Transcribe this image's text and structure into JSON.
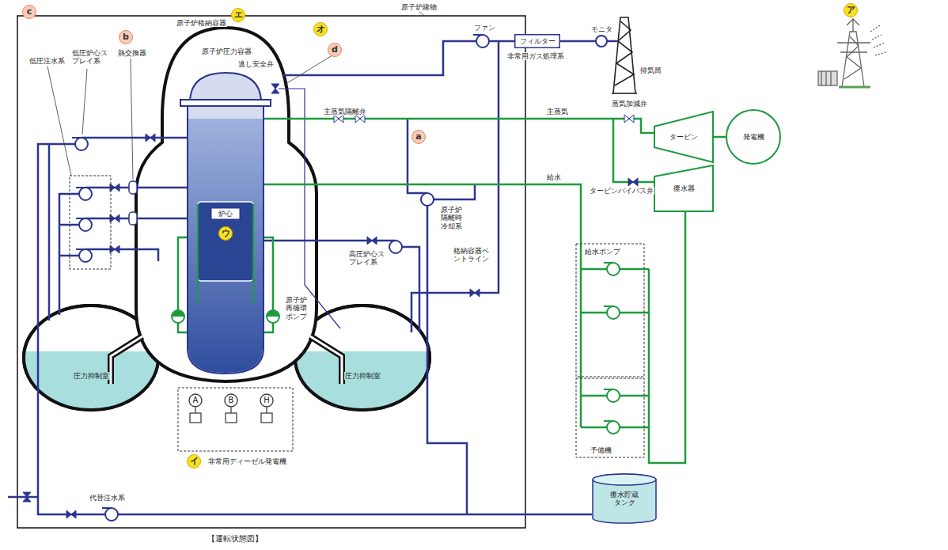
{
  "diagram": {
    "caption": "【運転状態図】",
    "nodes": [
      {
        "text": [
          "フィルター"
        ]
      },
      {
        "text": [
          "炉心"
        ]
      },
      {
        "text": [
          "タービン"
        ]
      },
      {
        "text": [
          "発電機"
        ]
      },
      {
        "text": [
          "復水器"
        ]
      },
      {
        "text": [
          "A"
        ]
      },
      {
        "text": [
          "B"
        ]
      },
      {
        "text": [
          "H"
        ]
      },
      {
        "text": [
          "復水貯蔵タンク"
        ]
      }
    ],
    "edges": [
      {
        "from": 2,
        "to": 3,
        "arrow": "none"
      }
    ],
    "labels": [
      "原子炉格納容器",
      "原子炉建物",
      "原子炉圧力容器",
      "逃し安全弁",
      "主蒸気隔離弁",
      "ファン",
      "非常用ガス処理系",
      "モニタ",
      "排気筒",
      "主蒸気",
      "給水",
      "蒸気加減弁",
      "タービンバイパス弁",
      "低圧注水系",
      "低圧炉心スプレイ系",
      "熱交換器",
      "原子炉隔離時冷却系",
      "高圧炉心スプレイ系",
      "原子炉再循環ポンプ",
      "格納容器ベントライン",
      "給水ポンプ",
      "予備機",
      "圧力抑制室",
      "圧力抑制室",
      "非常用ディーゼル発電機",
      "代替注水系",
      "ア",
      "イ",
      "ウ",
      "エ",
      "オ",
      "a",
      "b",
      "c",
      "d"
    ]
  }
}
